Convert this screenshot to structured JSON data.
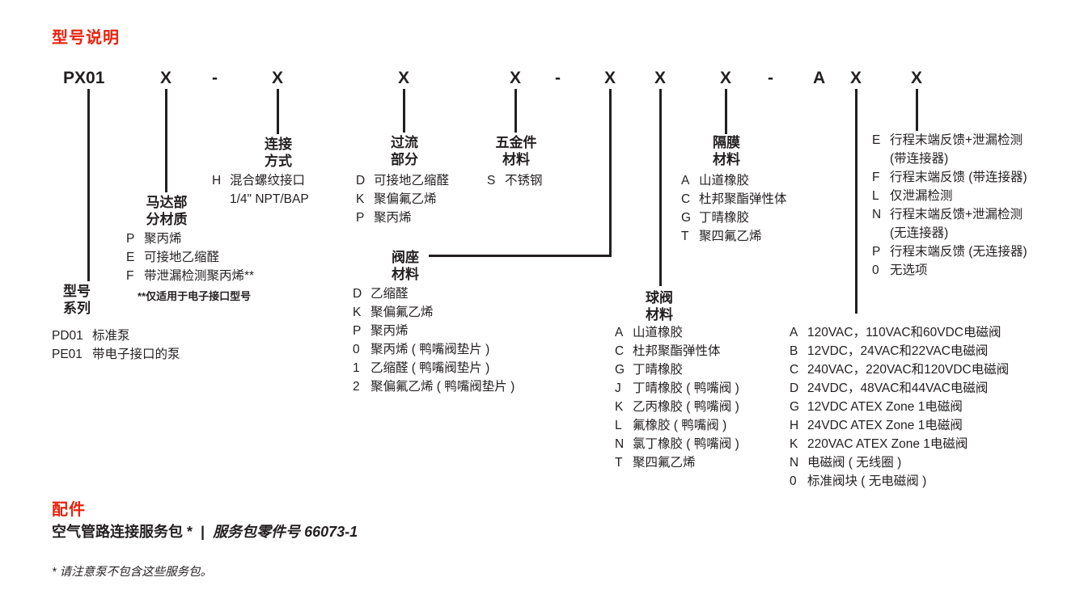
{
  "page": {
    "title": "型号说明",
    "accent_color": "#e8220e",
    "ink_color": "#231f20",
    "background": "#ffffff"
  },
  "model_code": {
    "prefix": "PX01",
    "c1": "X",
    "d1": "-",
    "c2": "X",
    "c3": "X",
    "c4": "X",
    "d2": "-",
    "c5": "X",
    "c6": "X",
    "c7": "X",
    "d3": "-",
    "c8": "A",
    "c9": "X",
    "c10": "X"
  },
  "sections": {
    "series": {
      "label1": "型号",
      "label2": "系列",
      "items": [
        {
          "code": "PD01",
          "text": "标准泵"
        },
        {
          "code": "PE01",
          "text": "带电子接口的泵"
        }
      ]
    },
    "motor": {
      "label1": "马达部",
      "label2": "分材质",
      "items": [
        {
          "code": "P",
          "text": "聚丙烯"
        },
        {
          "code": "E",
          "text": "可接地乙缩醛"
        },
        {
          "code": "F",
          "text": "带泄漏检测聚丙烯**"
        }
      ],
      "footnote": "**仅适用于电子接口型号"
    },
    "connection": {
      "label1": "连接",
      "label2": "方式",
      "items": [
        {
          "code": "H",
          "text": "混合螺纹接口",
          "text2": "1/4\" NPT/BAP"
        }
      ]
    },
    "wetted": {
      "label1": "过流",
      "label2": "部分",
      "items": [
        {
          "code": "D",
          "text": "可接地乙缩醛"
        },
        {
          "code": "K",
          "text": "聚偏氟乙烯"
        },
        {
          "code": "P",
          "text": "聚丙烯"
        }
      ]
    },
    "hardware": {
      "label1": "五金件",
      "label2": "材料",
      "items": [
        {
          "code": "S",
          "text": "不锈钢"
        }
      ]
    },
    "seat": {
      "label1": "阀座",
      "label2": "材料",
      "items": [
        {
          "code": "D",
          "text": "乙缩醛"
        },
        {
          "code": "K",
          "text": "聚偏氟乙烯"
        },
        {
          "code": "P",
          "text": "聚丙烯"
        },
        {
          "code": "0",
          "text": "聚丙烯 ( 鸭嘴阀垫片 )"
        },
        {
          "code": "1",
          "text": "乙缩醛 ( 鸭嘴阀垫片 )"
        },
        {
          "code": "2",
          "text": "聚偏氟乙烯 ( 鸭嘴阀垫片 )"
        }
      ]
    },
    "ball": {
      "label1": "球阀",
      "label2": "材料",
      "items": [
        {
          "code": "A",
          "text": "山道橡胶"
        },
        {
          "code": "C",
          "text": "杜邦聚酯弹性体"
        },
        {
          "code": "G",
          "text": "丁晴橡胶"
        },
        {
          "code": "J",
          "text": "丁晴橡胶 ( 鸭嘴阀 )"
        },
        {
          "code": "K",
          "text": "乙丙橡胶 ( 鸭嘴阀 )"
        },
        {
          "code": "L",
          "text": "氟橡胶 ( 鸭嘴阀 )"
        },
        {
          "code": "N",
          "text": "氯丁橡胶 ( 鸭嘴阀 )"
        },
        {
          "code": "T",
          "text": "聚四氟乙烯"
        }
      ]
    },
    "diaphragm": {
      "label1": "隔膜",
      "label2": "材料",
      "items": [
        {
          "code": "A",
          "text": "山道橡胶"
        },
        {
          "code": "C",
          "text": "杜邦聚酯弹性体"
        },
        {
          "code": "G",
          "text": "丁晴橡胶"
        },
        {
          "code": "T",
          "text": "聚四氟乙烯"
        }
      ]
    },
    "solenoid": {
      "items": [
        {
          "code": "A",
          "text": "120VAC，110VAC和60VDC电磁阀"
        },
        {
          "code": "B",
          "text": "12VDC，24VAC和22VAC电磁阀"
        },
        {
          "code": "C",
          "text": "240VAC，220VAC和120VDC电磁阀"
        },
        {
          "code": "D",
          "text": "24VDC，48VAC和44VAC电磁阀"
        },
        {
          "code": "G",
          "text": "12VDC ATEX Zone 1电磁阀"
        },
        {
          "code": "H",
          "text": "24VDC ATEX Zone 1电磁阀"
        },
        {
          "code": "K",
          "text": "220VAC ATEX Zone 1电磁阀"
        },
        {
          "code": "N",
          "text": "电磁阀 ( 无线圈 )"
        },
        {
          "code": "0",
          "text": "标准阀块 ( 无电磁阀 )"
        }
      ]
    },
    "feedback": {
      "items": [
        {
          "code": "E",
          "text": "行程末端反馈+泄漏检测",
          "text2": "(带连接器)"
        },
        {
          "code": "F",
          "text": "行程末端反馈 (带连接器)"
        },
        {
          "code": "L",
          "text": "仅泄漏检测"
        },
        {
          "code": "N",
          "text": "行程末端反馈+泄漏检测",
          "text2": "(无连接器)"
        },
        {
          "code": "P",
          "text": "行程末端反馈 (无连接器)"
        },
        {
          "code": "0",
          "text": "无选项"
        }
      ]
    }
  },
  "accessories": {
    "heading": "配件",
    "name": "空气管路连接服务包 *",
    "separator": "|",
    "part": "服务包零件号 66073-1",
    "footnote": "* 请注意泵不包含这些服务包。"
  }
}
